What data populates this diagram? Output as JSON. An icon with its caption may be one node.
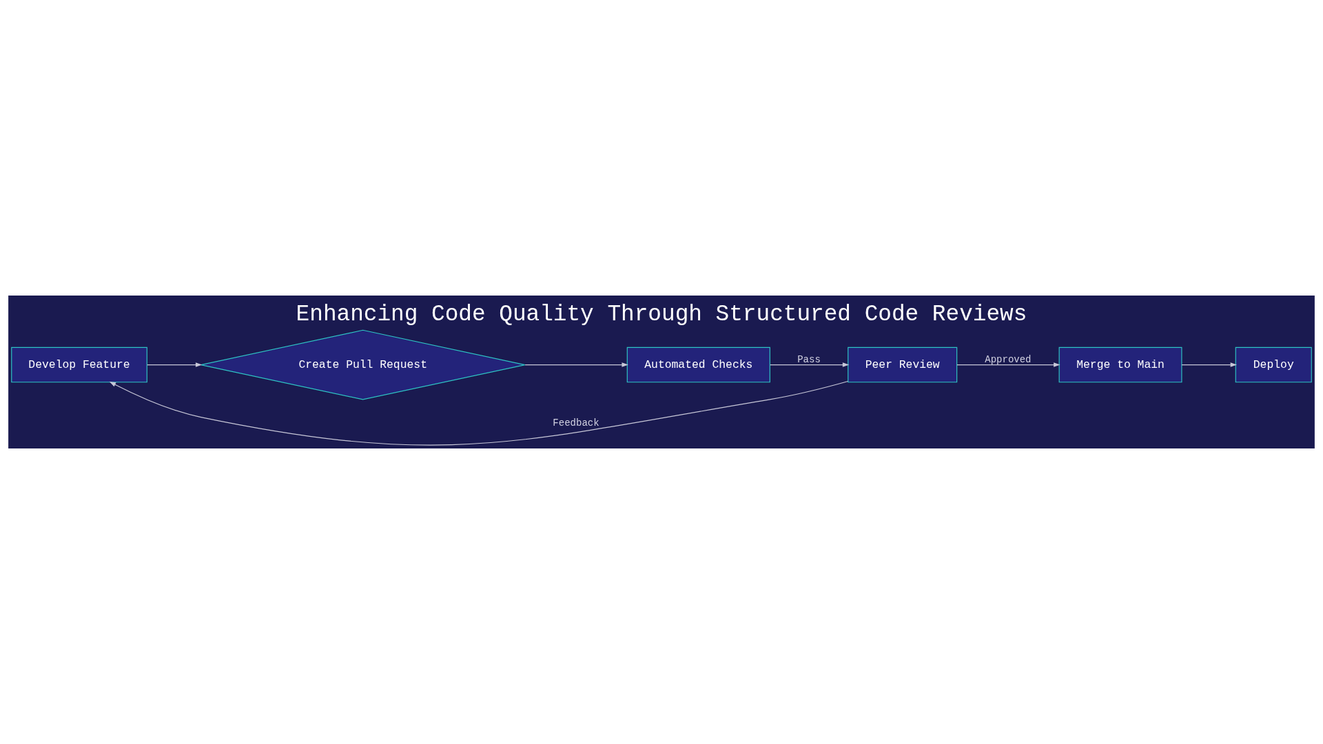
{
  "diagram": {
    "title": "Enhancing Code Quality Through Structured Code Reviews",
    "nodes": [
      {
        "text": [
          "Develop Feature"
        ]
      },
      {
        "text": [
          "Create Pull Request"
        ]
      },
      {
        "text": [
          "Automated Checks"
        ]
      },
      {
        "text": [
          "Peer Review"
        ]
      },
      {
        "text": [
          "Merge to Main"
        ]
      },
      {
        "text": [
          "Deploy"
        ]
      }
    ],
    "edges": [
      {
        "from": 0,
        "to": 1,
        "arrow": "to"
      },
      {
        "from": 1,
        "to": 2,
        "arrow": "to"
      },
      {
        "from": 2,
        "to": 3,
        "arrow": "to",
        "label": "Pass"
      },
      {
        "from": 3,
        "to": 4,
        "arrow": "to",
        "label": "Approved"
      },
      {
        "from": 4,
        "to": 5,
        "arrow": "to"
      },
      {
        "from": 3,
        "to": 0,
        "arrow": "to",
        "label": "Feedback"
      }
    ]
  }
}
